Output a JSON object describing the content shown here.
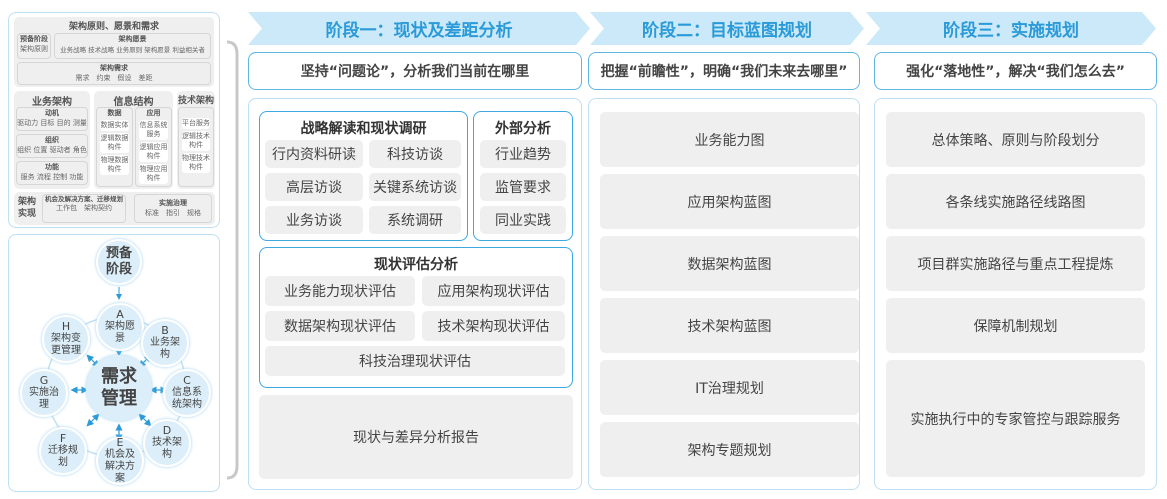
{
  "left_top": {
    "title": "架构原则、愿景和需求",
    "prelim": {
      "title": "预备阶段",
      "items": "架构原则"
    },
    "vision": {
      "title": "架构愿景",
      "items": "业务战略 技术战略 业务原则 架构愿景 利益相关者"
    },
    "requirements": {
      "title": "架构需求",
      "items": "需求　约束　假设　差距"
    },
    "business": {
      "title": "业务架构",
      "cells": [
        {
          "title": "动机",
          "items": "驱动力 目标 目的 测量"
        },
        {
          "title": "组织",
          "items": "组织 位置 驱动者 角色"
        },
        {
          "title": "功能",
          "items": "服务 流程 控制 功能"
        }
      ]
    },
    "info": {
      "title": "信息结构",
      "data": {
        "title": "数据",
        "items": [
          "数据实体",
          "逻辑数据构件",
          "物理数据构件"
        ]
      },
      "app": {
        "title": "应用",
        "items": [
          "信息系统服务",
          "逻辑应用构件",
          "物理应用构件"
        ]
      }
    },
    "tech": {
      "title": "技术架构",
      "items": [
        "平台服务",
        "逻辑技术构件",
        "物理技术构件"
      ]
    },
    "realization": {
      "title": "架构实现",
      "opp": {
        "title": "机会及解决方案、迁移规划",
        "items": "工作包　架构契约"
      },
      "gov": {
        "title": "实施治理",
        "items": "标准　指引　规格"
      }
    }
  },
  "cycle": {
    "center": "需求管理",
    "prelim": "预备阶段",
    "nodes": [
      {
        "letter": "A",
        "label": "架构愿景"
      },
      {
        "letter": "B",
        "label": "业务架构"
      },
      {
        "letter": "C",
        "label": "信息系统架构"
      },
      {
        "letter": "D",
        "label": "技术架构"
      },
      {
        "letter": "E",
        "label": "机会及解决方案"
      },
      {
        "letter": "F",
        "label": "迁移规划"
      },
      {
        "letter": "G",
        "label": "实施治理"
      },
      {
        "letter": "H",
        "label": "架构变更管理"
      }
    ]
  },
  "stages": [
    {
      "title": "阶段一：现状及差距分析",
      "subtitle": "坚持“问题论”，分析我们当前在哪里"
    },
    {
      "title": "阶段二：目标蓝图规划",
      "subtitle": "把握“前瞻性”，明确“我们未来去哪里”"
    },
    {
      "title": "阶段三：实施规划",
      "subtitle": "强化“落地性”，解决“我们怎么去”"
    }
  ],
  "stage1": {
    "strategy": {
      "title": "战略解读和现状调研",
      "items": [
        "行内资料研读",
        "科技访谈",
        "高层访谈",
        "关键系统访谈",
        "业务访谈",
        "系统调研"
      ]
    },
    "external": {
      "title": "外部分析",
      "items": [
        "行业趋势",
        "监管要求",
        "同业实践"
      ]
    },
    "assessment": {
      "title": "现状评估分析",
      "items": [
        "业务能力现状评估",
        "应用架构现状评估",
        "数据架构现状评估",
        "技术架构现状评估",
        "科技治理现状评估"
      ]
    },
    "report": "现状与差异分析报告"
  },
  "stage2": {
    "items": [
      "业务能力图",
      "应用架构蓝图",
      "数据架构蓝图",
      "技术架构蓝图",
      "IT治理规划",
      "架构专题规划"
    ]
  },
  "stage3": {
    "items": [
      "总体策略、原则与阶段划分",
      "各条线实施路径线路图",
      "项目群实施路径与重点工程提炼",
      "保障机制规划",
      "实施执行中的专家管控与跟踪服务"
    ]
  },
  "colors": {
    "accent": "#3ea8df",
    "header_bg": "#cbe9f8",
    "header_text": "#2a9ad8",
    "chip_bg": "#efefef"
  }
}
